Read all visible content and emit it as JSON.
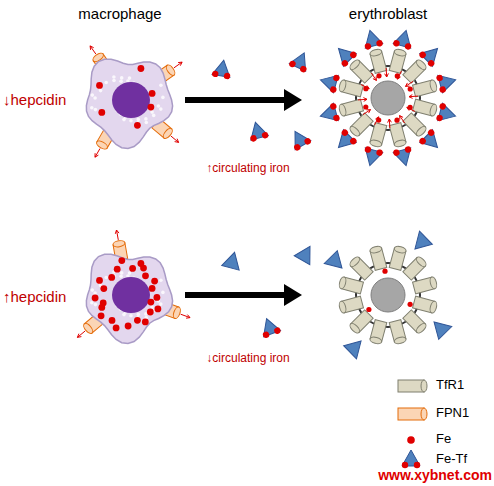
{
  "diagram": {
    "labels": [
      "macrophage",
      "erythroblast",
      "↓hepcidin",
      "↑circulating iron",
      "↑hepcidin",
      "↓circulating iron",
      "www.xybnet.com"
    ],
    "legend": [
      {
        "text": "TfR1"
      },
      {
        "text": "FPN1"
      },
      {
        "text": "Fe"
      },
      {
        "text": "Fe-Tf"
      }
    ]
  }
}
